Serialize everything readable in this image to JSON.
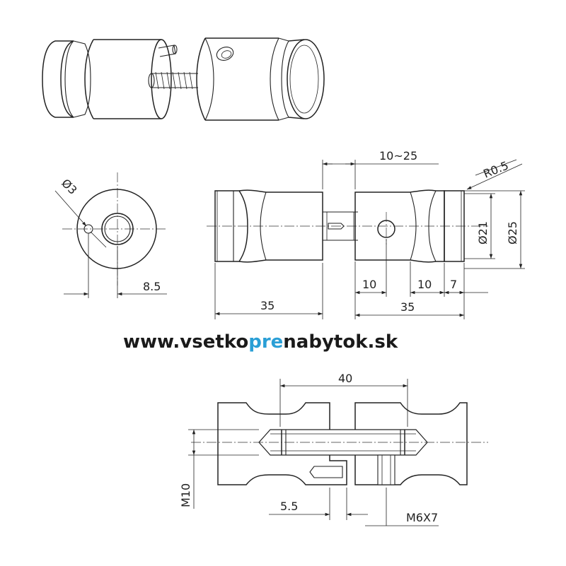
{
  "website": {
    "part1": "www.vsetko",
    "part2": "pre",
    "part3": "nabytok.sk",
    "main_color": "#1a1a1a",
    "accent_color": "#2a9fd6"
  },
  "dimensions": {
    "hole_dia": "Ø3",
    "offset": "8.5",
    "gap_range": "10~25",
    "radius": "R0.5",
    "dia_inner": "Ø21",
    "dia_outer": "Ø25",
    "length_left": "35",
    "length_right": "35",
    "seg1": "10",
    "seg2": "10",
    "seg3": "7",
    "pitch": "40",
    "thread": "M10",
    "pin_offset": "5.5",
    "screw": "M6X7"
  }
}
